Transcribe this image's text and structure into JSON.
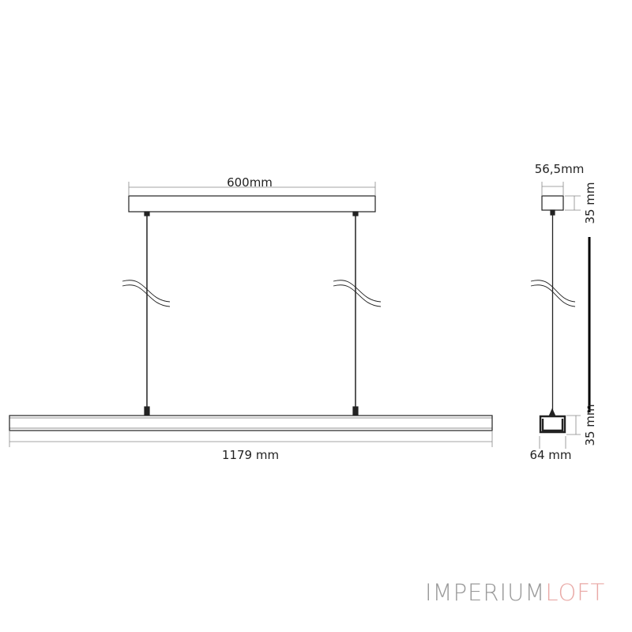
{
  "labels": {
    "canopy_width": "600mm",
    "bar_length": "1179 mm",
    "canopy_side_width": "56,5mm",
    "canopy_height": "35 mm",
    "profile_height": "35 mm",
    "profile_width": "64 mm"
  },
  "logo": {
    "part1": "IMPERIUM",
    "part2": "LOFT",
    "color1": "#9a9a9a",
    "color2": "#e9a9a6"
  }
}
